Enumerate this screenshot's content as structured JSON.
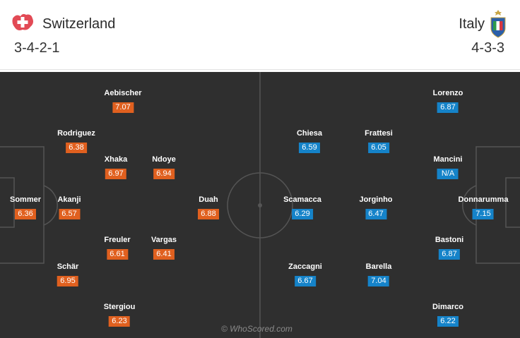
{
  "home": {
    "name": "Switzerland",
    "formation": "3-4-2-1",
    "flag_icon": "swiss-cross-icon",
    "rating_color": "#e0601f",
    "players": [
      {
        "name": "Aebischer",
        "rating": "7.07"
      },
      {
        "name": "Rodriguez",
        "rating": "6.38"
      },
      {
        "name": "Xhaka",
        "rating": "6.97"
      },
      {
        "name": "Ndoye",
        "rating": "6.94"
      },
      {
        "name": "Sommer",
        "rating": "6.36"
      },
      {
        "name": "Akanji",
        "rating": "6.57"
      },
      {
        "name": "Duah",
        "rating": "6.88"
      },
      {
        "name": "Freuler",
        "rating": "6.61"
      },
      {
        "name": "Vargas",
        "rating": "6.41"
      },
      {
        "name": "Schär",
        "rating": "6.95"
      },
      {
        "name": "Stergiou",
        "rating": "6.23"
      }
    ]
  },
  "away": {
    "name": "Italy",
    "formation": "4-3-3",
    "flag_icon": "figc-shield-icon",
    "rating_color": "#1583c9",
    "players": [
      {
        "name": "Lorenzo",
        "rating": "6.87"
      },
      {
        "name": "Chiesa",
        "rating": "6.59"
      },
      {
        "name": "Frattesi",
        "rating": "6.05"
      },
      {
        "name": "Mancini",
        "rating": "N/A"
      },
      {
        "name": "Scamacca",
        "rating": "6.29"
      },
      {
        "name": "Jorginho",
        "rating": "6.47"
      },
      {
        "name": "Donnarumma",
        "rating": "7.15"
      },
      {
        "name": "Bastoni",
        "rating": "6.87"
      },
      {
        "name": "Zaccagni",
        "rating": "6.67"
      },
      {
        "name": "Barella",
        "rating": "7.04"
      },
      {
        "name": "Dimarco",
        "rating": "6.22"
      }
    ]
  },
  "watermark": "© WhoScored.com",
  "pitch_color": "#2f2f2f"
}
